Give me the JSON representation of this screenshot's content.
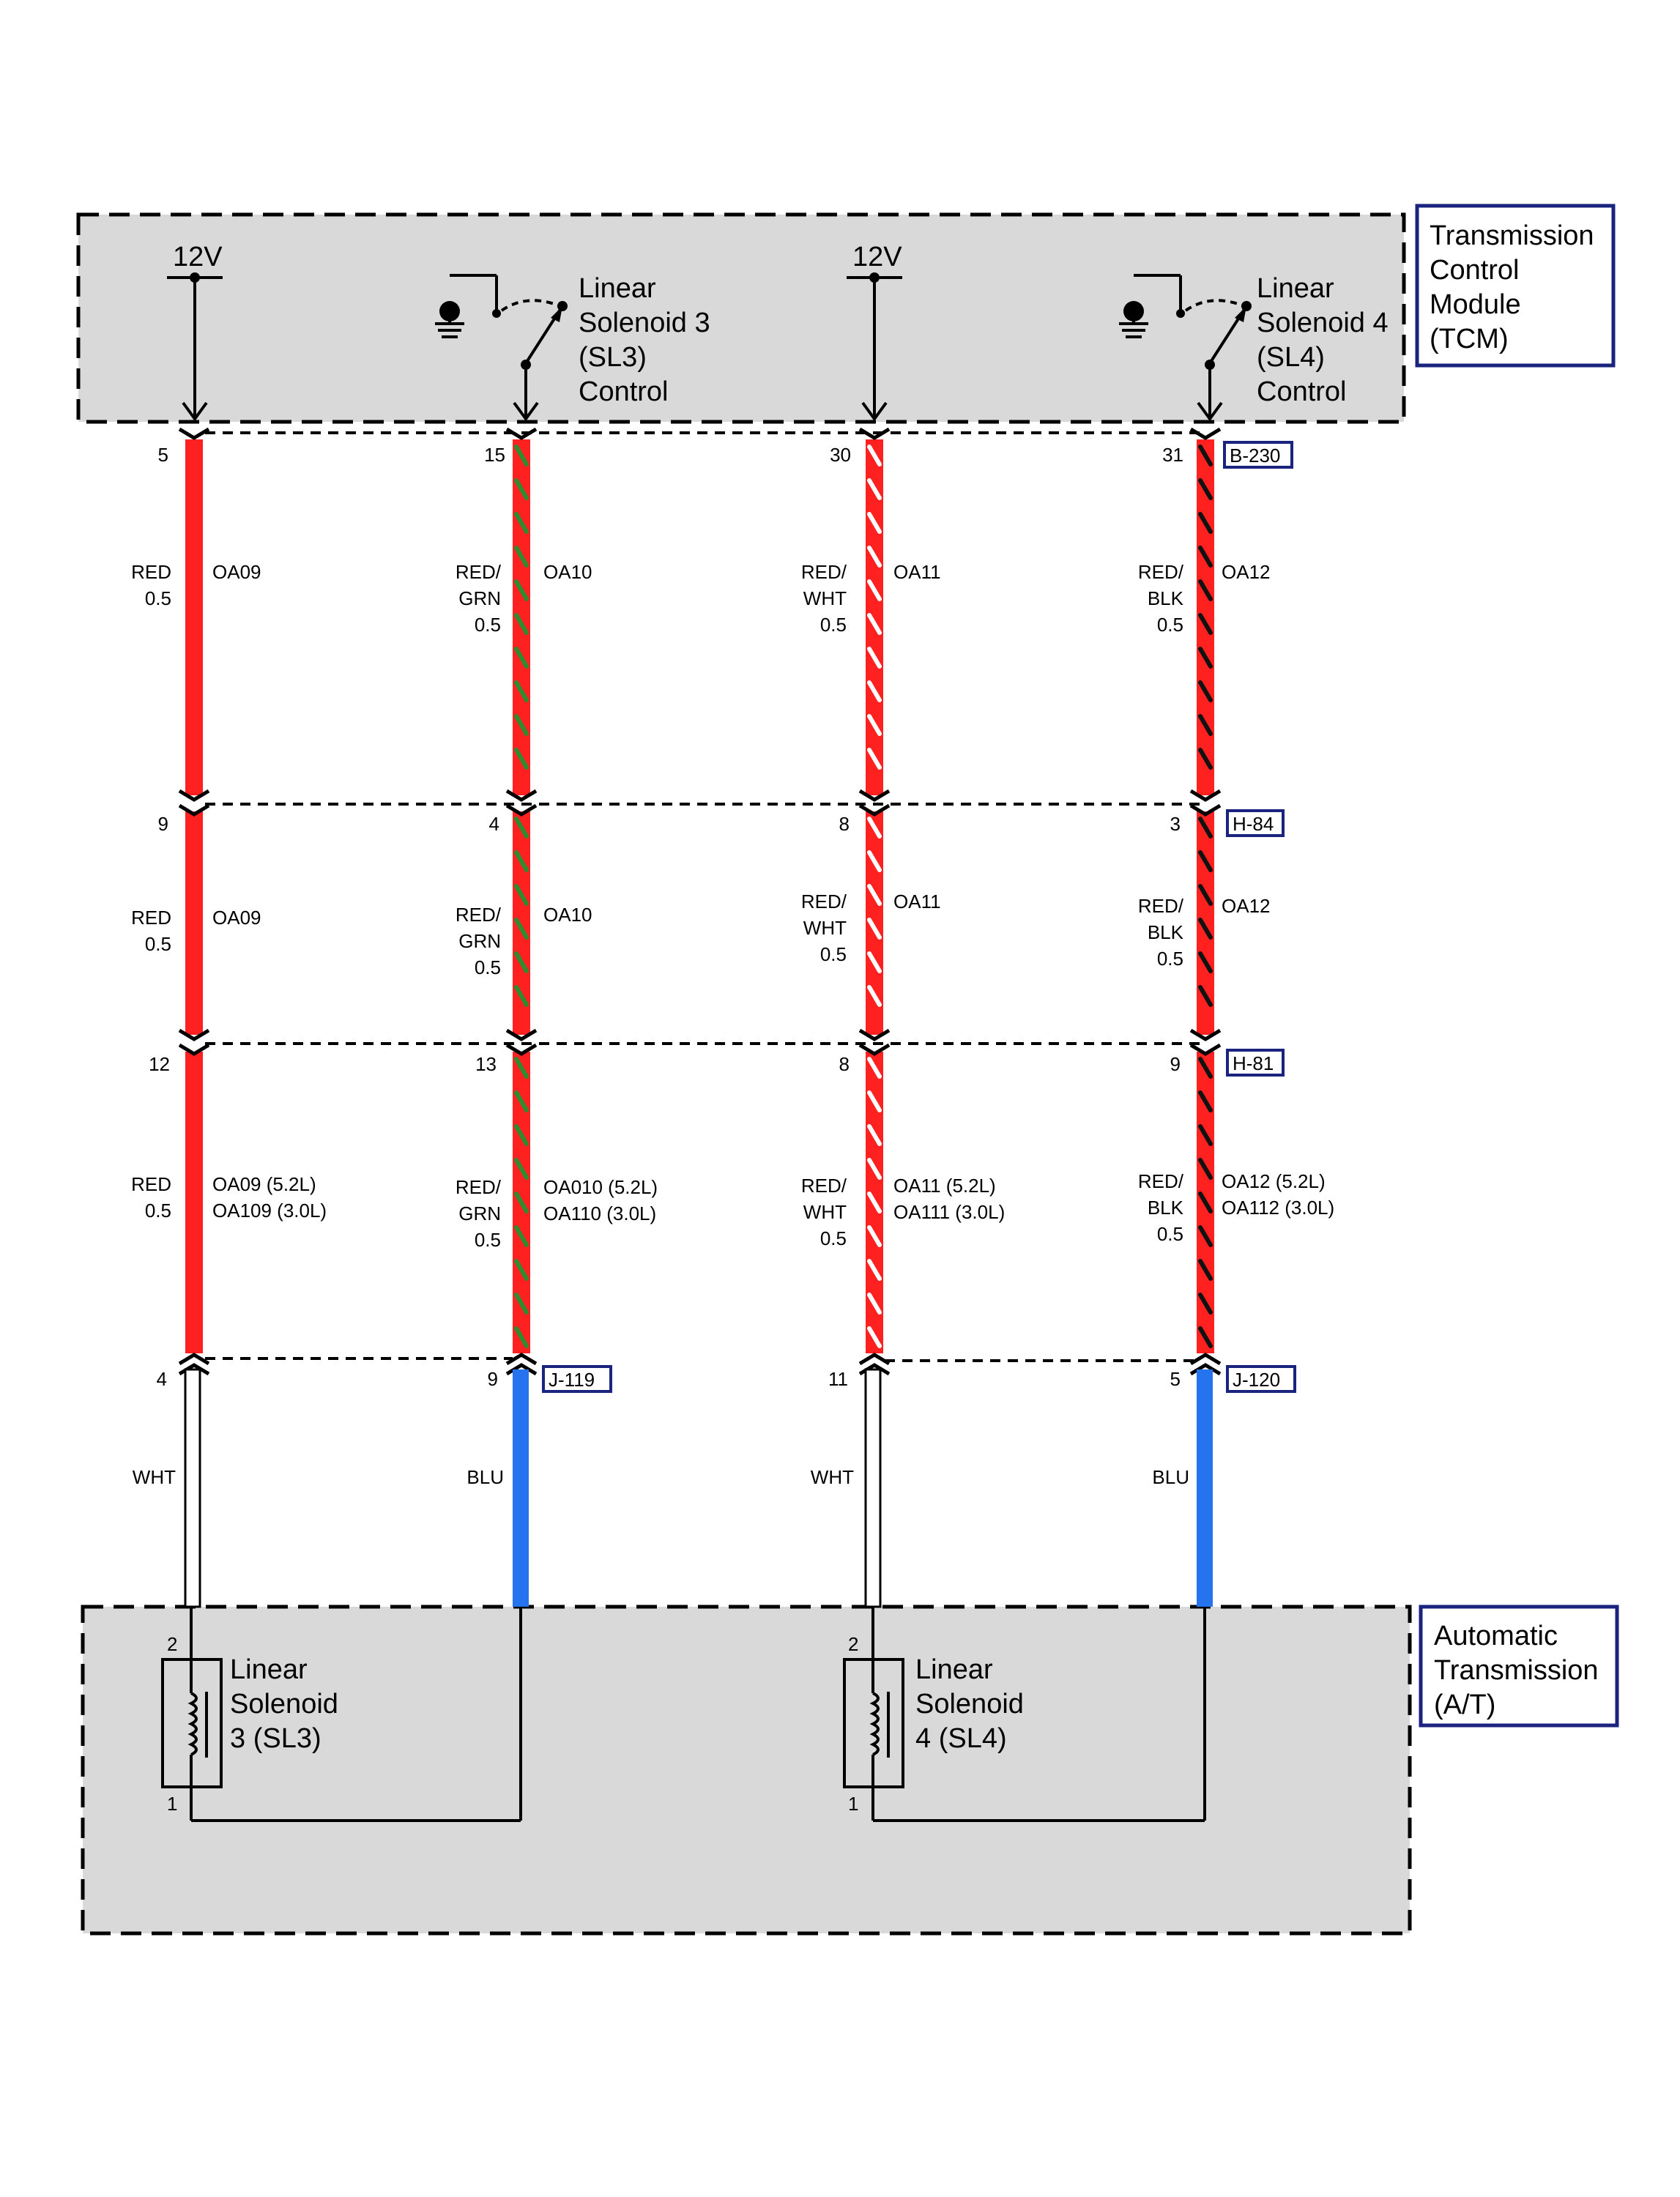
{
  "tcm": {
    "label_lines": [
      "Transmission",
      "Control",
      "Module",
      "(TCM)"
    ],
    "power_left": "12V",
    "power_right": "12V",
    "sl3_control_lines": [
      "Linear",
      "Solenoid 3",
      "(SL3)",
      "Control"
    ],
    "sl4_control_lines": [
      "Linear",
      "Solenoid 4",
      "(SL4)",
      "Control"
    ]
  },
  "at": {
    "label_lines": [
      "Automatic",
      "Transmission",
      "(A/T)"
    ],
    "solenoid3_lines": [
      "Linear",
      "Solenoid",
      "3 (SL3)"
    ],
    "solenoid4_lines": [
      "Linear",
      "Solenoid",
      "4 (SL4)"
    ],
    "pin_upper": "2",
    "pin_lower": "1"
  },
  "connectors": {
    "b230": "B-230",
    "h84": "H-84",
    "h81": "H-81",
    "j119": "J-119",
    "j120": "J-120"
  },
  "pins": {
    "row1": [
      "5",
      "15",
      "30",
      "31"
    ],
    "row2": [
      "9",
      "4",
      "8",
      "3"
    ],
    "row3": [
      "12",
      "13",
      "8",
      "9"
    ],
    "row4": [
      "4",
      "9",
      "11",
      "5"
    ]
  },
  "wires": {
    "seg1": [
      {
        "color": [
          "RED",
          "0.5"
        ],
        "circuit": [
          "OA09"
        ]
      },
      {
        "color": [
          "RED/",
          "GRN",
          "0.5"
        ],
        "circuit": [
          "OA10"
        ]
      },
      {
        "color": [
          "RED/",
          "WHT",
          "0.5"
        ],
        "circuit": [
          "OA11"
        ]
      },
      {
        "color": [
          "RED/",
          "BLK",
          "0.5"
        ],
        "circuit": [
          "OA12"
        ]
      }
    ],
    "seg2": [
      {
        "color": [
          "RED",
          "0.5"
        ],
        "circuit": [
          "OA09"
        ]
      },
      {
        "color": [
          "RED/",
          "GRN",
          "0.5"
        ],
        "circuit": [
          "OA10"
        ]
      },
      {
        "color": [
          "RED/",
          "WHT",
          "0.5"
        ],
        "circuit": [
          "OA11"
        ]
      },
      {
        "color": [
          "RED/",
          "BLK",
          "0.5"
        ],
        "circuit": [
          "OA12"
        ]
      }
    ],
    "seg3": [
      {
        "color": [
          "RED",
          "0.5"
        ],
        "circuit": [
          "OA09 (5.2L)",
          "OA109 (3.0L)"
        ]
      },
      {
        "color": [
          "RED/",
          "GRN",
          "0.5"
        ],
        "circuit": [
          "OA010 (5.2L)",
          "OA110 (3.0L)"
        ]
      },
      {
        "color": [
          "RED/",
          "WHT",
          "0.5"
        ],
        "circuit": [
          "OA11 (5.2L)",
          "OA111 (3.0L)"
        ]
      },
      {
        "color": [
          "RED/",
          "BLK",
          "0.5"
        ],
        "circuit": [
          "OA12 (5.2L)",
          "OA112 (3.0L)"
        ]
      }
    ],
    "seg4": [
      "WHT",
      "BLU",
      "WHT",
      "BLU"
    ]
  },
  "colors": {
    "red": "#ff2020",
    "green_stripe": "#2e8b2e",
    "black_stripe": "#111111",
    "white_stripe": "#ffffff",
    "blue": "#2673f0",
    "module_fill": "#d9d9d9",
    "connector_box": "#1a237e"
  }
}
